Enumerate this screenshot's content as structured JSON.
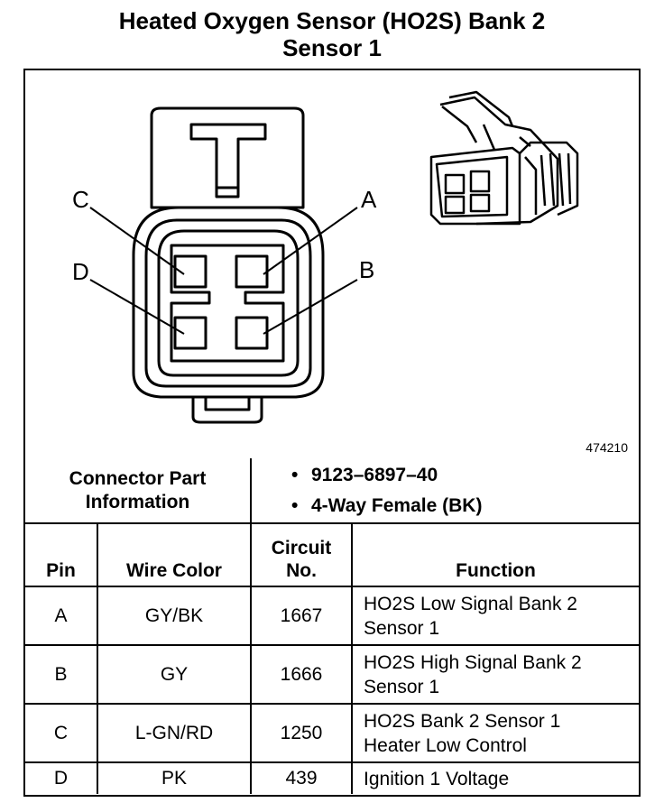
{
  "title": {
    "line1": "Heated Oxygen Sensor (HO2S) Bank 2",
    "line2": "Sensor 1"
  },
  "diagram": {
    "pin_labels": [
      "A",
      "B",
      "C",
      "D"
    ],
    "figure_number": "474210"
  },
  "connector": {
    "label_line1": "Connector Part",
    "label_line2": "Information",
    "items": [
      "9123–6897–40",
      "4-Way Female (BK)"
    ]
  },
  "table": {
    "headers": {
      "pin": "Pin",
      "wire_color": "Wire Color",
      "circuit_line1": "Circuit",
      "circuit_line2": "No.",
      "function": "Function"
    },
    "rows": [
      {
        "pin": "A",
        "wire_color": "GY/BK",
        "circuit": "1667",
        "function_line1": "HO2S Low Signal Bank 2",
        "function_line2": "Sensor 1"
      },
      {
        "pin": "B",
        "wire_color": "GY",
        "circuit": "1666",
        "function_line1": "HO2S High Signal Bank 2",
        "function_line2": "Sensor 1"
      },
      {
        "pin": "C",
        "wire_color": "L-GN/RD",
        "circuit": "1250",
        "function_line1": "HO2S Bank 2 Sensor 1",
        "function_line2": "Heater Low Control"
      },
      {
        "pin": "D",
        "wire_color": "PK",
        "circuit": "439",
        "function_line1": "Ignition 1 Voltage",
        "function_line2": ""
      }
    ]
  }
}
